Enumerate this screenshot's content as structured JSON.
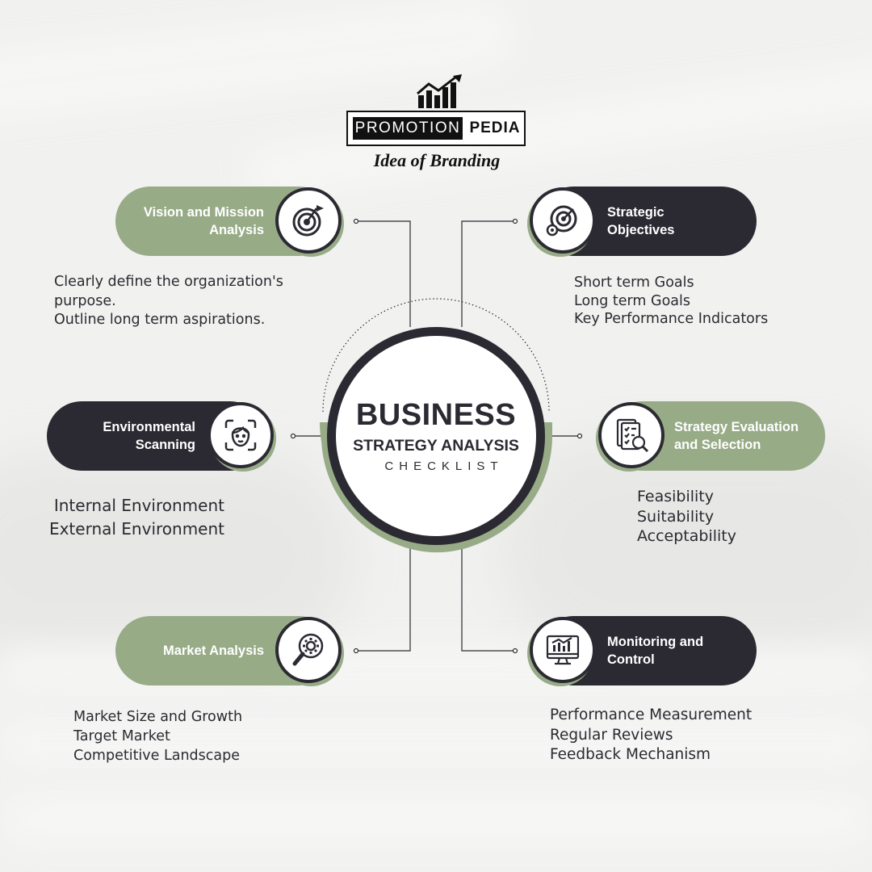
{
  "brand": {
    "name_dark": "PROMOTION",
    "name_light": "PEDIA",
    "tagline": "Idea of Branding"
  },
  "center": {
    "title": "BUSINESS",
    "subtitle": "STRATEGY ANALYSIS",
    "caption": "CHECKLIST"
  },
  "colors": {
    "green": "#97ab87",
    "dark": "#2b2a32"
  },
  "steps": [
    {
      "label": "Vision and Mission Analysis",
      "icon": "target-flag-icon",
      "points": [
        "Clearly define the organization's purpose.",
        "Outline long term aspirations."
      ]
    },
    {
      "label": "Strategic Objectives",
      "icon": "target-gear-icon",
      "points": [
        "Short term Goals",
        "Long term Goals",
        "Key Performance Indicators"
      ]
    },
    {
      "label": "Environmental Scanning",
      "icon": "face-scan-icon",
      "points": [
        "Internal Environment",
        "External Environment"
      ]
    },
    {
      "label": "Strategy Evaluation and Selection",
      "icon": "checklist-magnifier-icon",
      "points": [
        "Feasibility",
        "Suitability",
        "Acceptability"
      ]
    },
    {
      "label": "Market Analysis",
      "icon": "magnifier-gear-icon",
      "points": [
        "Market Size and Growth",
        "Target Market",
        "Competitive Landscape"
      ]
    },
    {
      "label": "Monitoring and Control",
      "icon": "monitor-chart-icon",
      "points": [
        "Performance Measurement",
        "Regular Reviews",
        "Feedback Mechanism"
      ]
    }
  ]
}
